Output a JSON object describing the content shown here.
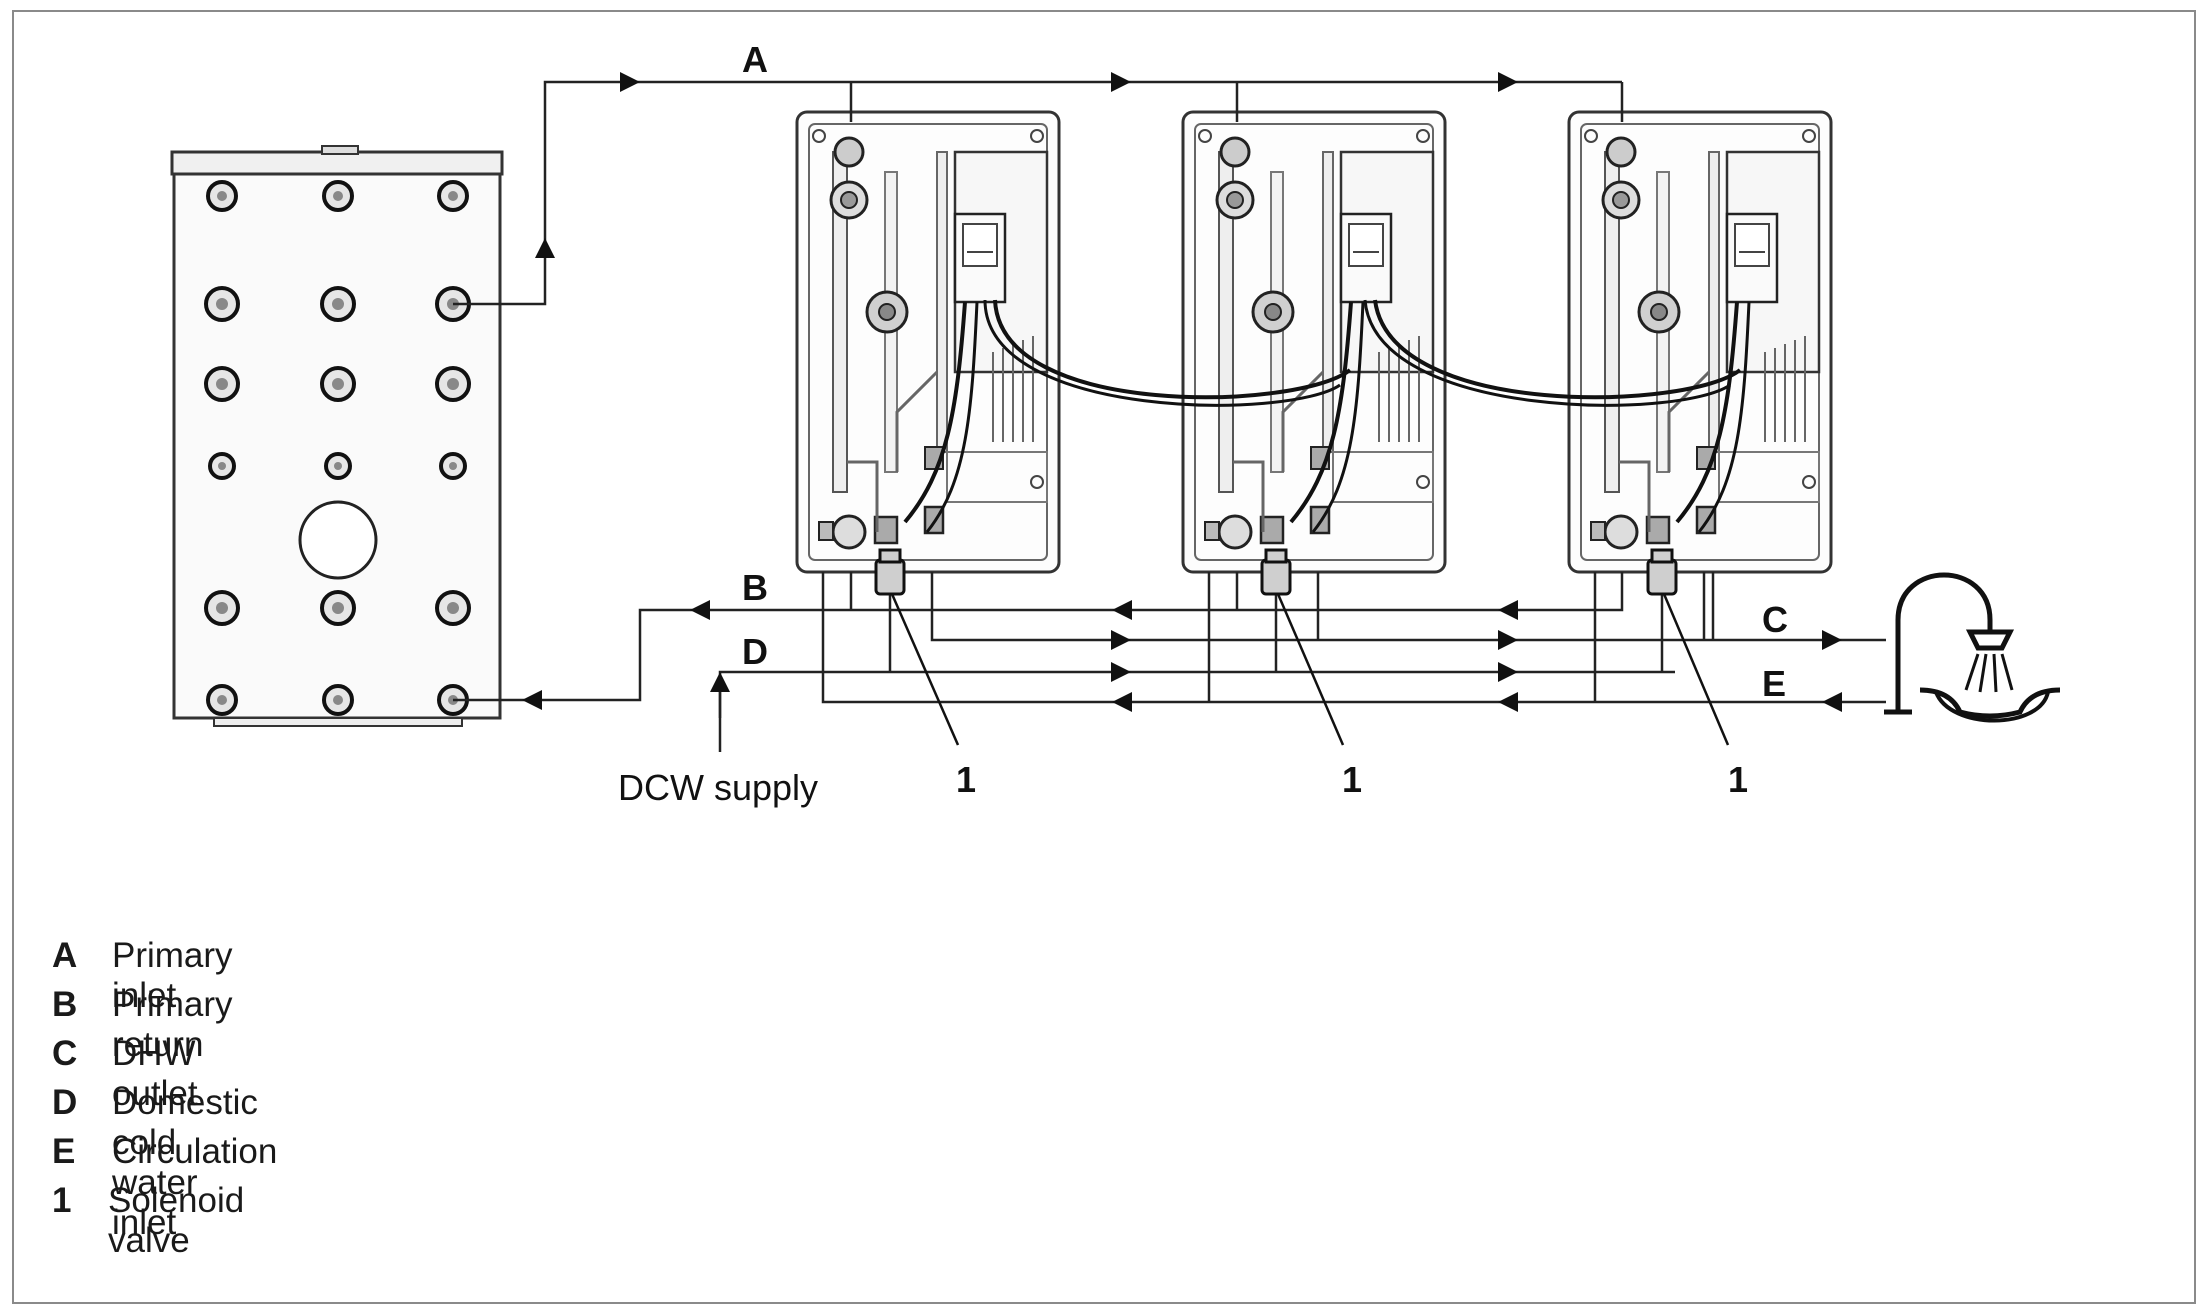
{
  "diagram": {
    "flow_labels": {
      "a": "A",
      "b": "B",
      "c": "C",
      "d": "D",
      "e": "E"
    },
    "supply_label": "DCW supply",
    "callout_label": "1"
  },
  "legend": {
    "items": [
      {
        "key": "A",
        "text": "Primary inlet"
      },
      {
        "key": "B",
        "text": "Primary return"
      },
      {
        "key": "C",
        "text": "DHW outlet"
      },
      {
        "key": "D",
        "text": "Domestic cold water inlet"
      },
      {
        "key": "E",
        "text": "Circulation"
      },
      {
        "key": "1",
        "text": "Solenoid valve"
      }
    ]
  }
}
